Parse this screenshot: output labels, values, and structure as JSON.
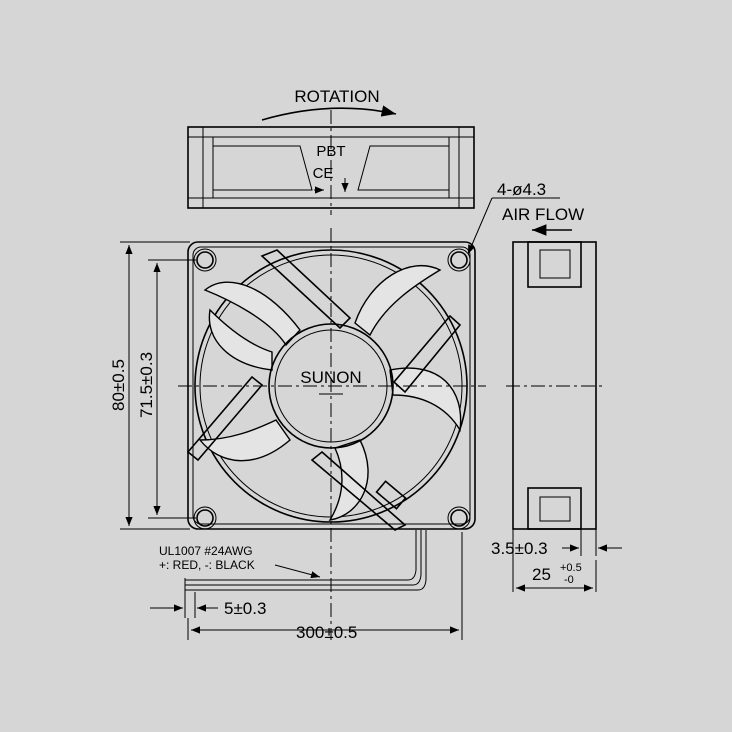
{
  "colors": {
    "background": "#d6d6d6",
    "line": "#000000",
    "fill": "#e4e4e4"
  },
  "labels": {
    "rotation": "ROTATION",
    "pbt": "PBT",
    "ce": "CE",
    "hole_spec": "4-ø4.3",
    "air_flow": "AIR FLOW",
    "brand": "SUNON",
    "wire_spec": "UL1007 #24AWG",
    "wire_colors": "+: RED, -: BLACK"
  },
  "dimensions": {
    "outer": "80±0.5",
    "hole_pitch": "71.5±0.3",
    "side_offset": "3.5±0.3",
    "depth_main": "25",
    "depth_tol_plus": "+0.5",
    "depth_tol_minus": "-0",
    "strip": "5±0.3",
    "lead_length": "300±0.5"
  }
}
